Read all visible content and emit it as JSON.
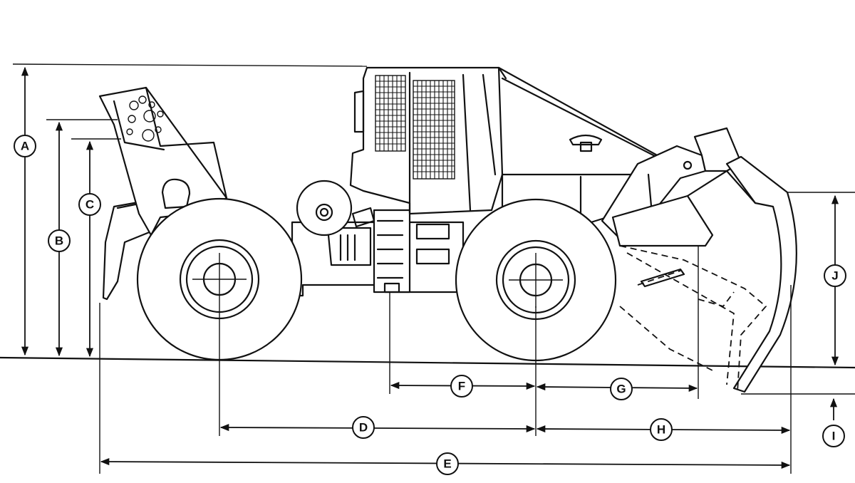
{
  "diagram": {
    "callouts": [
      {
        "id": "A",
        "label": "A"
      },
      {
        "id": "B",
        "label": "B"
      },
      {
        "id": "C",
        "label": "C"
      },
      {
        "id": "D",
        "label": "D"
      },
      {
        "id": "E",
        "label": "E"
      },
      {
        "id": "F",
        "label": "F"
      },
      {
        "id": "G",
        "label": "G"
      },
      {
        "id": "H",
        "label": "H"
      },
      {
        "id": "I",
        "label": "I"
      },
      {
        "id": "J",
        "label": "J"
      }
    ]
  }
}
